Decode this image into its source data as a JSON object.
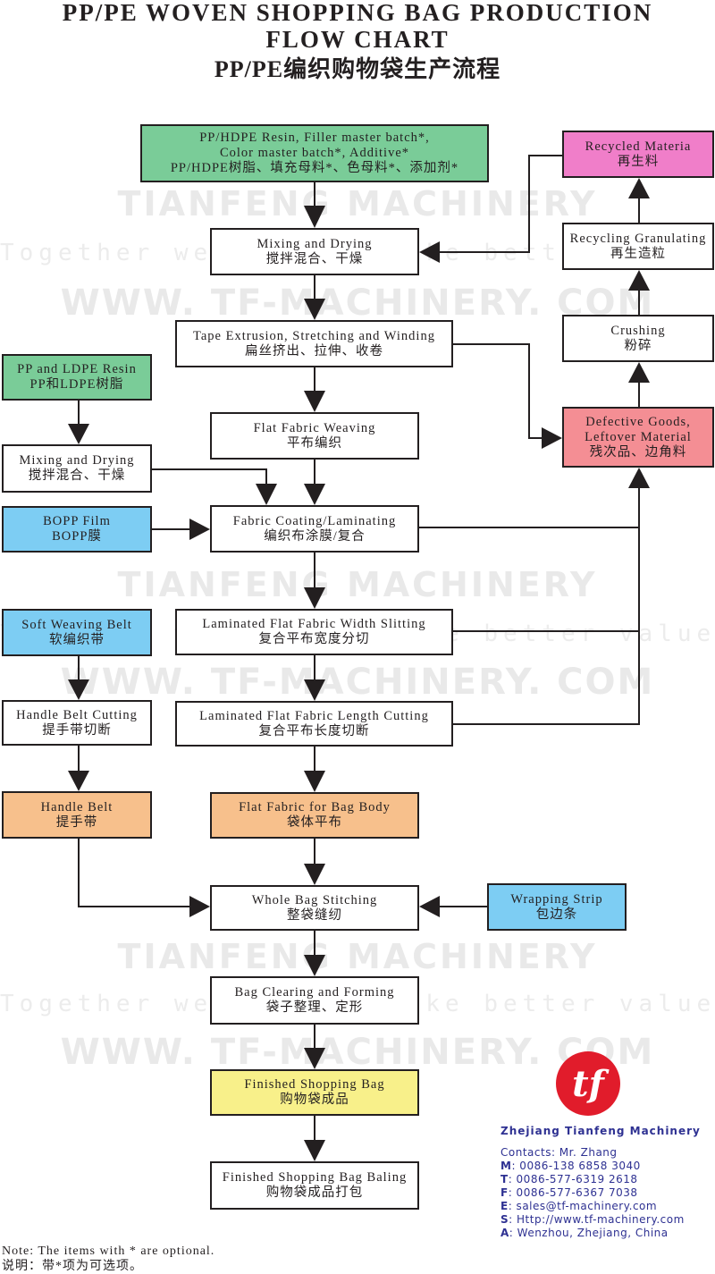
{
  "title": {
    "line1": "PP/PE WOVEN SHOPPING BAG PRODUCTION",
    "line2": "FLOW CHART",
    "line3": "PP/PE编织购物袋生产流程"
  },
  "watermark": {
    "brand": "TIANFENG MACHINERY",
    "slogan": "Together we will do make better value!",
    "url": "WWW. TF-MACHINERY. COM"
  },
  "nodes": {
    "raw_materials": {
      "en1": "PP/HDPE Resin, Filler master batch*,",
      "en2": "Color master batch*, Additive*",
      "zh": "PP/HDPE树脂、填充母料*、色母料*、添加剂*",
      "color": "#7acc98"
    },
    "mixing_drying_main": {
      "en": "Mixing and Drying",
      "zh": "搅拌混合、干燥"
    },
    "tape_extrusion": {
      "en": "Tape Extrusion, Stretching and Winding",
      "zh": "扁丝挤出、拉伸、收卷"
    },
    "flat_weaving": {
      "en": "Flat Fabric Weaving",
      "zh": "平布编织"
    },
    "pp_ldpe_resin": {
      "en": "PP and LDPE Resin",
      "zh": "PP和LDPE树脂",
      "color": "#7acc98"
    },
    "mixing_drying_side": {
      "en": "Mixing and Drying",
      "zh": "搅拌混合、干燥"
    },
    "bopp_film": {
      "en": "BOPP Film",
      "zh": "BOPP膜",
      "color": "#7dcdf3"
    },
    "coating": {
      "en": "Fabric Coating/Laminating",
      "zh": "编织布涂膜/复合"
    },
    "soft_belt": {
      "en": "Soft Weaving Belt",
      "zh": "软编织带",
      "color": "#7dcdf3"
    },
    "width_slitting": {
      "en": "Laminated Flat Fabric Width Slitting",
      "zh": "复合平布宽度分切"
    },
    "belt_cutting": {
      "en": "Handle Belt Cutting",
      "zh": "提手带切断"
    },
    "length_cutting": {
      "en": "Laminated Flat Fabric Length Cutting",
      "zh": "复合平布长度切断"
    },
    "handle_belt": {
      "en": "Handle Belt",
      "zh": "提手带",
      "color": "#f7c08c"
    },
    "bag_body": {
      "en": "Flat Fabric for Bag Body",
      "zh": "袋体平布",
      "color": "#f7c08c"
    },
    "stitching": {
      "en": "Whole Bag Stitching",
      "zh": "整袋缝纫"
    },
    "wrapping_strip": {
      "en": "Wrapping Strip",
      "zh": "包边条",
      "color": "#7dcdf3"
    },
    "clearing": {
      "en": "Bag Clearing and Forming",
      "zh": "袋子整理、定形"
    },
    "finished": {
      "en": "Finished Shopping Bag",
      "zh": "购物袋成品",
      "color": "#f8f08a"
    },
    "baling": {
      "en": "Finished Shopping Bag Baling",
      "zh": "购物袋成品打包"
    },
    "recycled": {
      "en": "Recycled Materia",
      "zh": "再生料",
      "color": "#f07ec9"
    },
    "granulating": {
      "en": "Recycling Granulating",
      "zh": "再生造粒"
    },
    "crushing": {
      "en": "Crushing",
      "zh": "粉碎"
    },
    "defective": {
      "en1": "Defective Goods,",
      "en2": "Leftover Material",
      "zh": "残次品、边角料",
      "color": "#f48e94"
    }
  },
  "note": {
    "en": "Note: The items with * are optional.",
    "zh": "说明：带*项为可选项。"
  },
  "company": {
    "logo_text": "tf",
    "name": "Zhejiang Tianfeng Machinery",
    "contacts_label": "Contacts",
    "contacts_value": ": Mr. Zhang",
    "m_label": "M",
    "m_value": ": 0086-138 6858 3040",
    "t_label": "T",
    "t_value": ": 0086-577-6319 2618",
    "f_label": "F",
    "f_value": ": 0086-577-6367 7038",
    "e_label": "E",
    "e_value": ": sales@tf-machinery.com",
    "s_label": "S",
    "s_value": ": Http://www.tf-machinery.com",
    "a_label": "A",
    "a_value": ": Wenzhou, Zhejiang, China",
    "accent_color": "#2e3192",
    "logo_color": "#e11c2b"
  }
}
